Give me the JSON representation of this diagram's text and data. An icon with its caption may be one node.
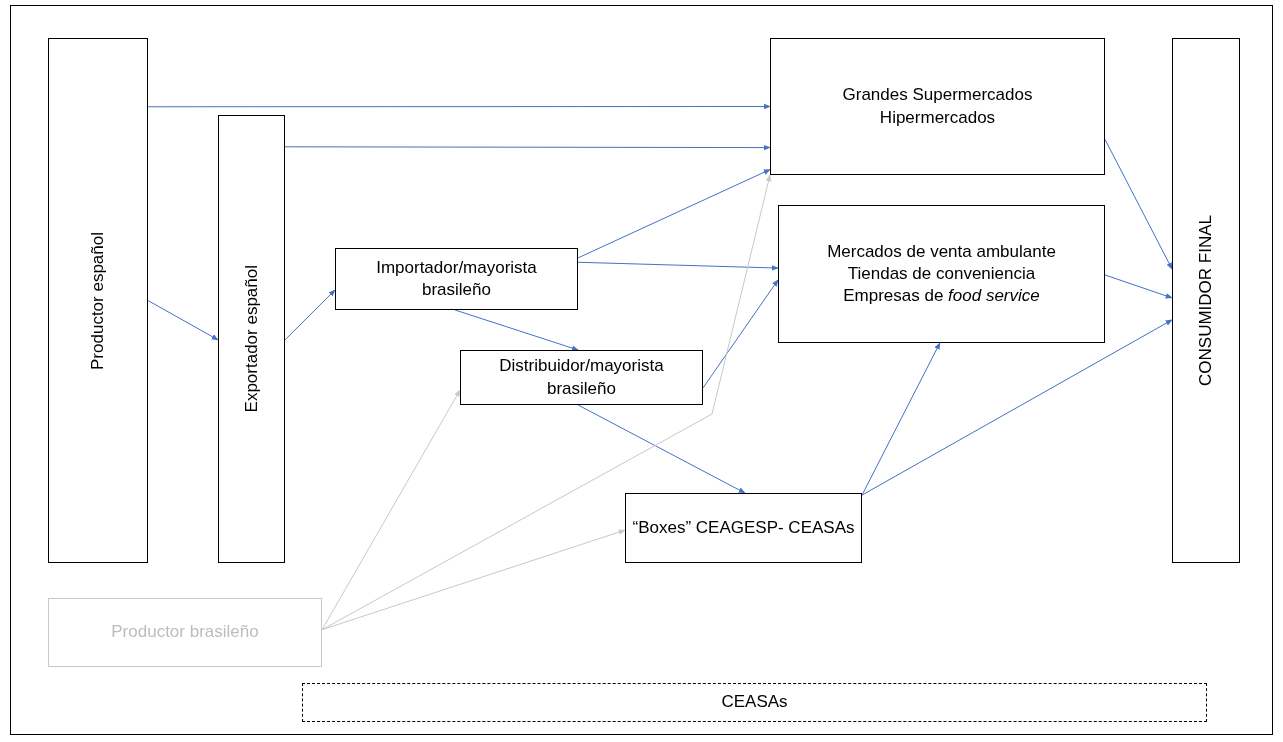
{
  "diagram": {
    "nodes": [
      {
        "text": [
          "Productor español"
        ]
      },
      {
        "text": [
          "Grandes Supermercados",
          "Hipermercados"
        ]
      },
      {
        "text": [
          "CONSUMIDOR FINAL"
        ]
      },
      {
        "text": [
          "Exportador español"
        ]
      },
      {
        "text": [
          "Importador/mayorista brasileño"
        ]
      },
      {
        "text": [
          "Mercados de venta ambulante",
          "Tiendas de conveniencia",
          "Empresas de *food service*"
        ]
      },
      {
        "text": [
          "Distribuidor/mayorista brasileño"
        ]
      },
      {
        "text": [
          "“Boxes” CEAGESP- CEASAs"
        ]
      },
      {
        "text": [
          "Productor brasileño"
        ]
      },
      {
        "text": [
          "CEASAs"
        ]
      }
    ],
    "edges": [
      {
        "from": 0,
        "to": 1,
        "arrow": "to"
      },
      {
        "from": 0,
        "to": 3,
        "arrow": "to"
      },
      {
        "from": 3,
        "to": 1,
        "arrow": "to"
      },
      {
        "from": 3,
        "to": 4,
        "arrow": "to"
      },
      {
        "from": 4,
        "to": 1,
        "arrow": "to"
      },
      {
        "from": 4,
        "to": 5,
        "arrow": "to"
      },
      {
        "from": 4,
        "to": 6,
        "arrow": "to"
      },
      {
        "from": 6,
        "to": 5,
        "arrow": "to"
      },
      {
        "from": 6,
        "to": 7,
        "arrow": "to"
      },
      {
        "from": 7,
        "to": 5,
        "arrow": "to"
      },
      {
        "from": 7,
        "to": 2,
        "arrow": "to"
      },
      {
        "from": 1,
        "to": 2,
        "arrow": "to"
      },
      {
        "from": 5,
        "to": 2,
        "arrow": "to"
      },
      {
        "from": 8,
        "to": 6,
        "arrow": "to",
        "color": "#c8c8c8"
      },
      {
        "from": 8,
        "to": 1,
        "arrow": "to",
        "color": "#c8c8c8"
      },
      {
        "from": 8,
        "to": 7,
        "arrow": "to",
        "color": "#c8c8c8"
      }
    ]
  }
}
